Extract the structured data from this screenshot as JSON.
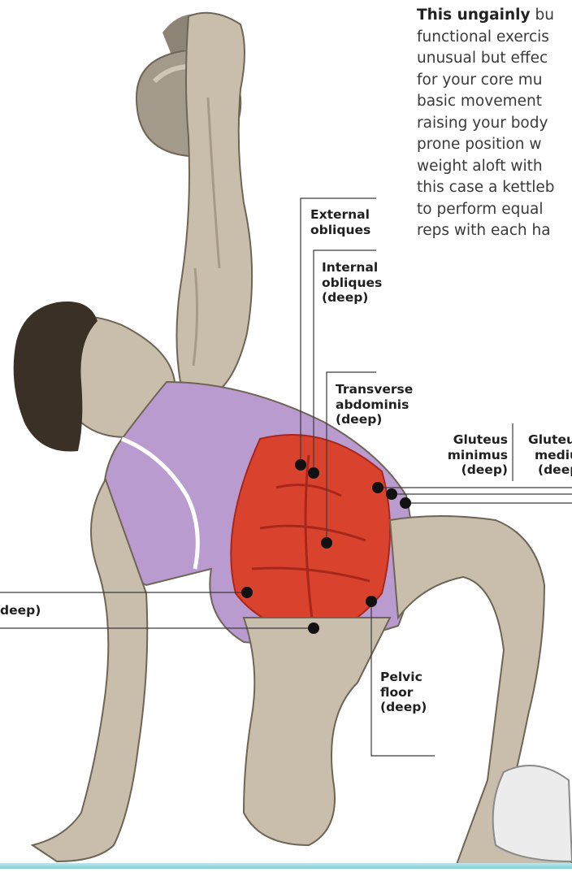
{
  "intro": {
    "lead": "This ungainly",
    "lines": [
      " bu",
      "functional exercis",
      "unusual but effec",
      "for your core mu",
      "basic movement",
      "raising your body",
      "prone position w",
      "weight aloft with",
      "this case a kettleb",
      "to perform equal",
      "reps with each ha"
    ]
  },
  "labels": {
    "external_obliques": [
      "External",
      "obliques"
    ],
    "internal_obliques": [
      "Internal",
      "obliques",
      "(deep)"
    ],
    "transverse_abdominis": [
      "Transverse",
      "abdominis",
      "(deep)"
    ],
    "gluteus_minimus": [
      "Gluteus",
      "minimus",
      "(deep)"
    ],
    "gluteus_medius": [
      "Gluteu",
      "mediu",
      "(deep"
    ],
    "left_cut": "deep)",
    "pelvic_floor": [
      "Pelvic",
      "floor",
      "(deep)"
    ]
  },
  "colors": {
    "skin": "#c9beac",
    "skin_shade": "#a79b88",
    "skin_line": "#6f6555",
    "vest": "#b99bd0",
    "vest_shade": "#9a7ab4",
    "core_muscle": "#d9432e",
    "core_shade": "#a8261a",
    "hair": "#3b3026",
    "kettlebell": "#a49a8c",
    "shoe": "#ececec",
    "leader": "#3a3a3a",
    "dot": "#111111"
  }
}
